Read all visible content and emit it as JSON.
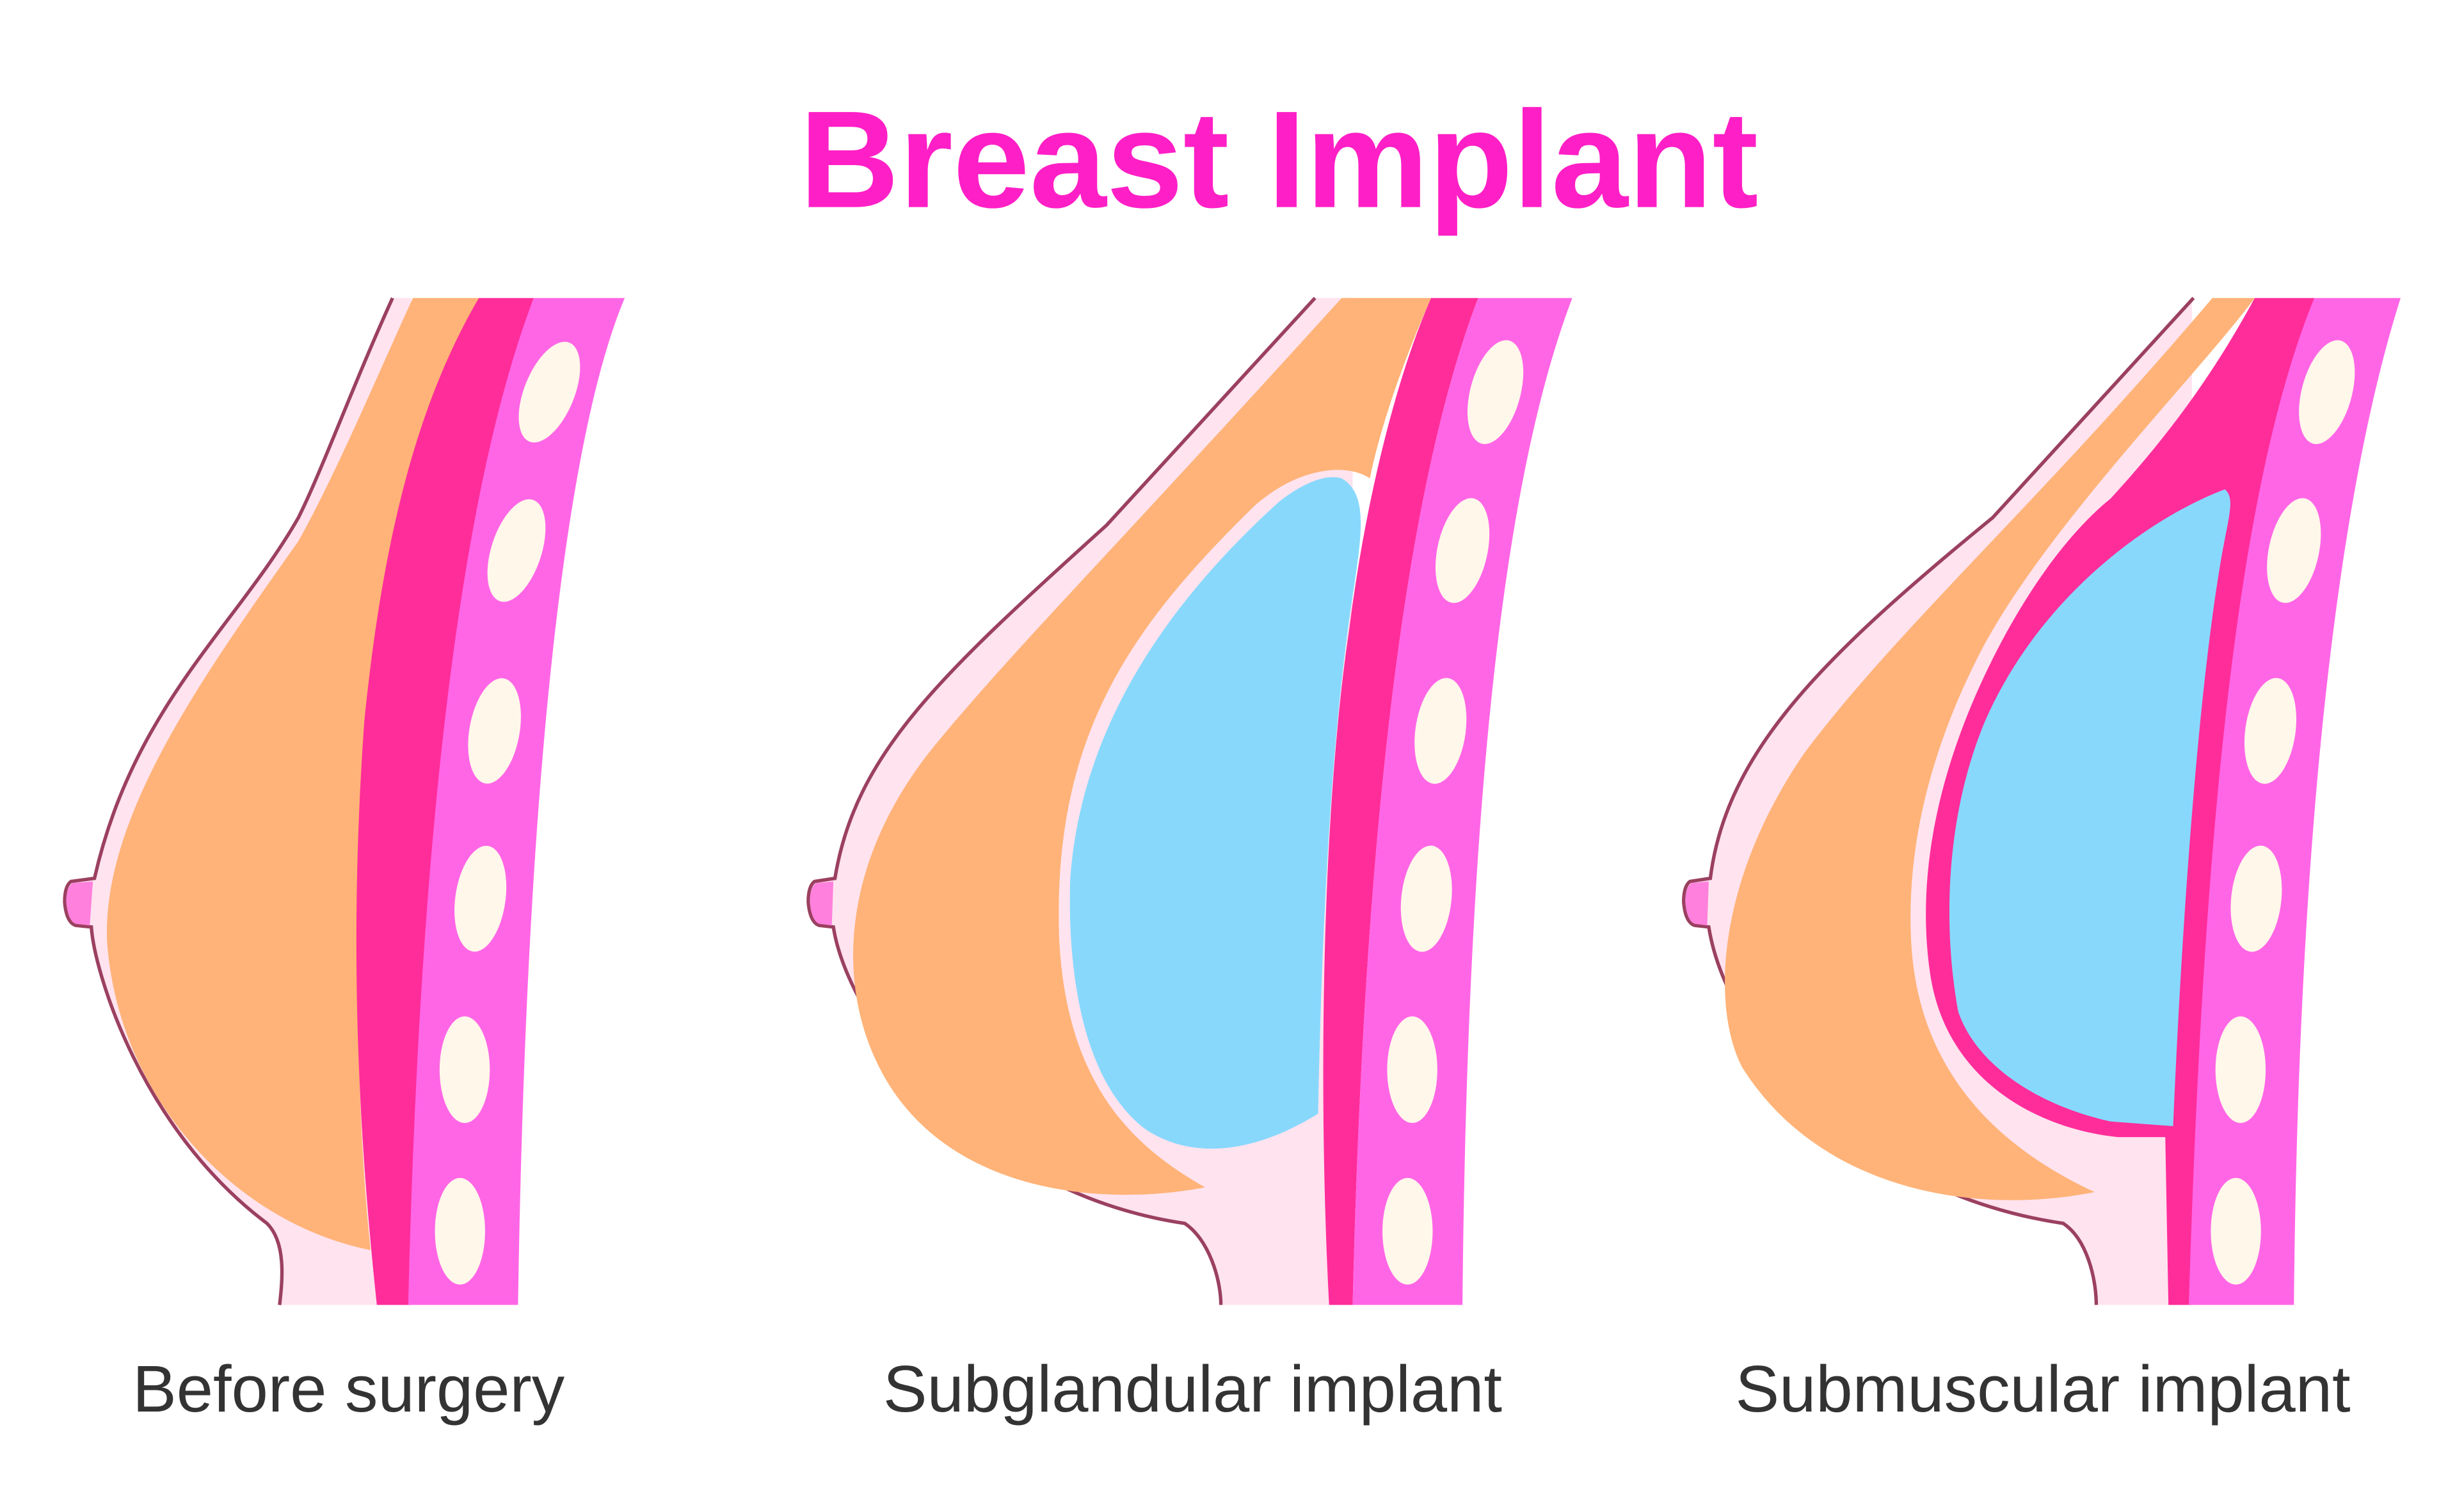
{
  "title": "Breast Implant",
  "colors": {
    "title": "#FF1FC6",
    "skin": "#FFE3EF",
    "skin_outline": "#9B4060",
    "fat": "#FFB378",
    "muscle": "#FF2D9A",
    "ribs": "#FF66E6",
    "rib_bone": "#FFF7EA",
    "implant": "#88D8FC",
    "nipple": "#FF80DD"
  },
  "panels": [
    {
      "caption": "Before surgery"
    },
    {
      "caption": "Subglandular implant"
    },
    {
      "caption": "Submuscular implant"
    }
  ]
}
